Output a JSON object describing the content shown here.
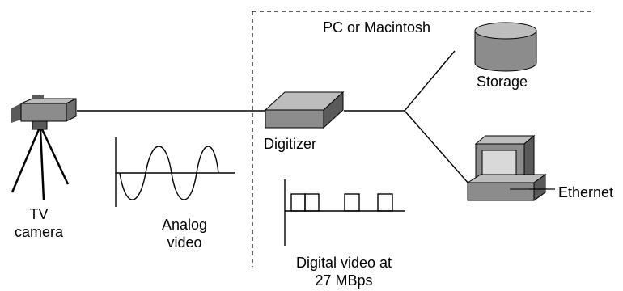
{
  "region": {
    "label": "PC or Macintosh"
  },
  "labels": {
    "camera_line1": "TV",
    "camera_line2": "camera",
    "analog_line1": "Analog",
    "analog_line2": "video",
    "digitizer": "Digitizer",
    "digital_line1": "Digital video at",
    "digital_line2": "27 MBps",
    "storage": "Storage",
    "ethernet": "Ethernet"
  },
  "colors": {
    "line": "#000000",
    "device_gray": "#8c8c8c",
    "device_light": "#bdbdbd",
    "device_dark": "#5a5a5a",
    "screen": "#d9d9d9",
    "background": "#ffffff"
  },
  "icons": {
    "camera": "tv-camera-on-tripod-icon",
    "digitizer": "digitizer-box-icon",
    "storage": "storage-disk-cylinder-icon",
    "computer": "desktop-computer-icon",
    "analog_wave": "sine-wave-icon",
    "digital_wave": "square-pulse-icon"
  }
}
